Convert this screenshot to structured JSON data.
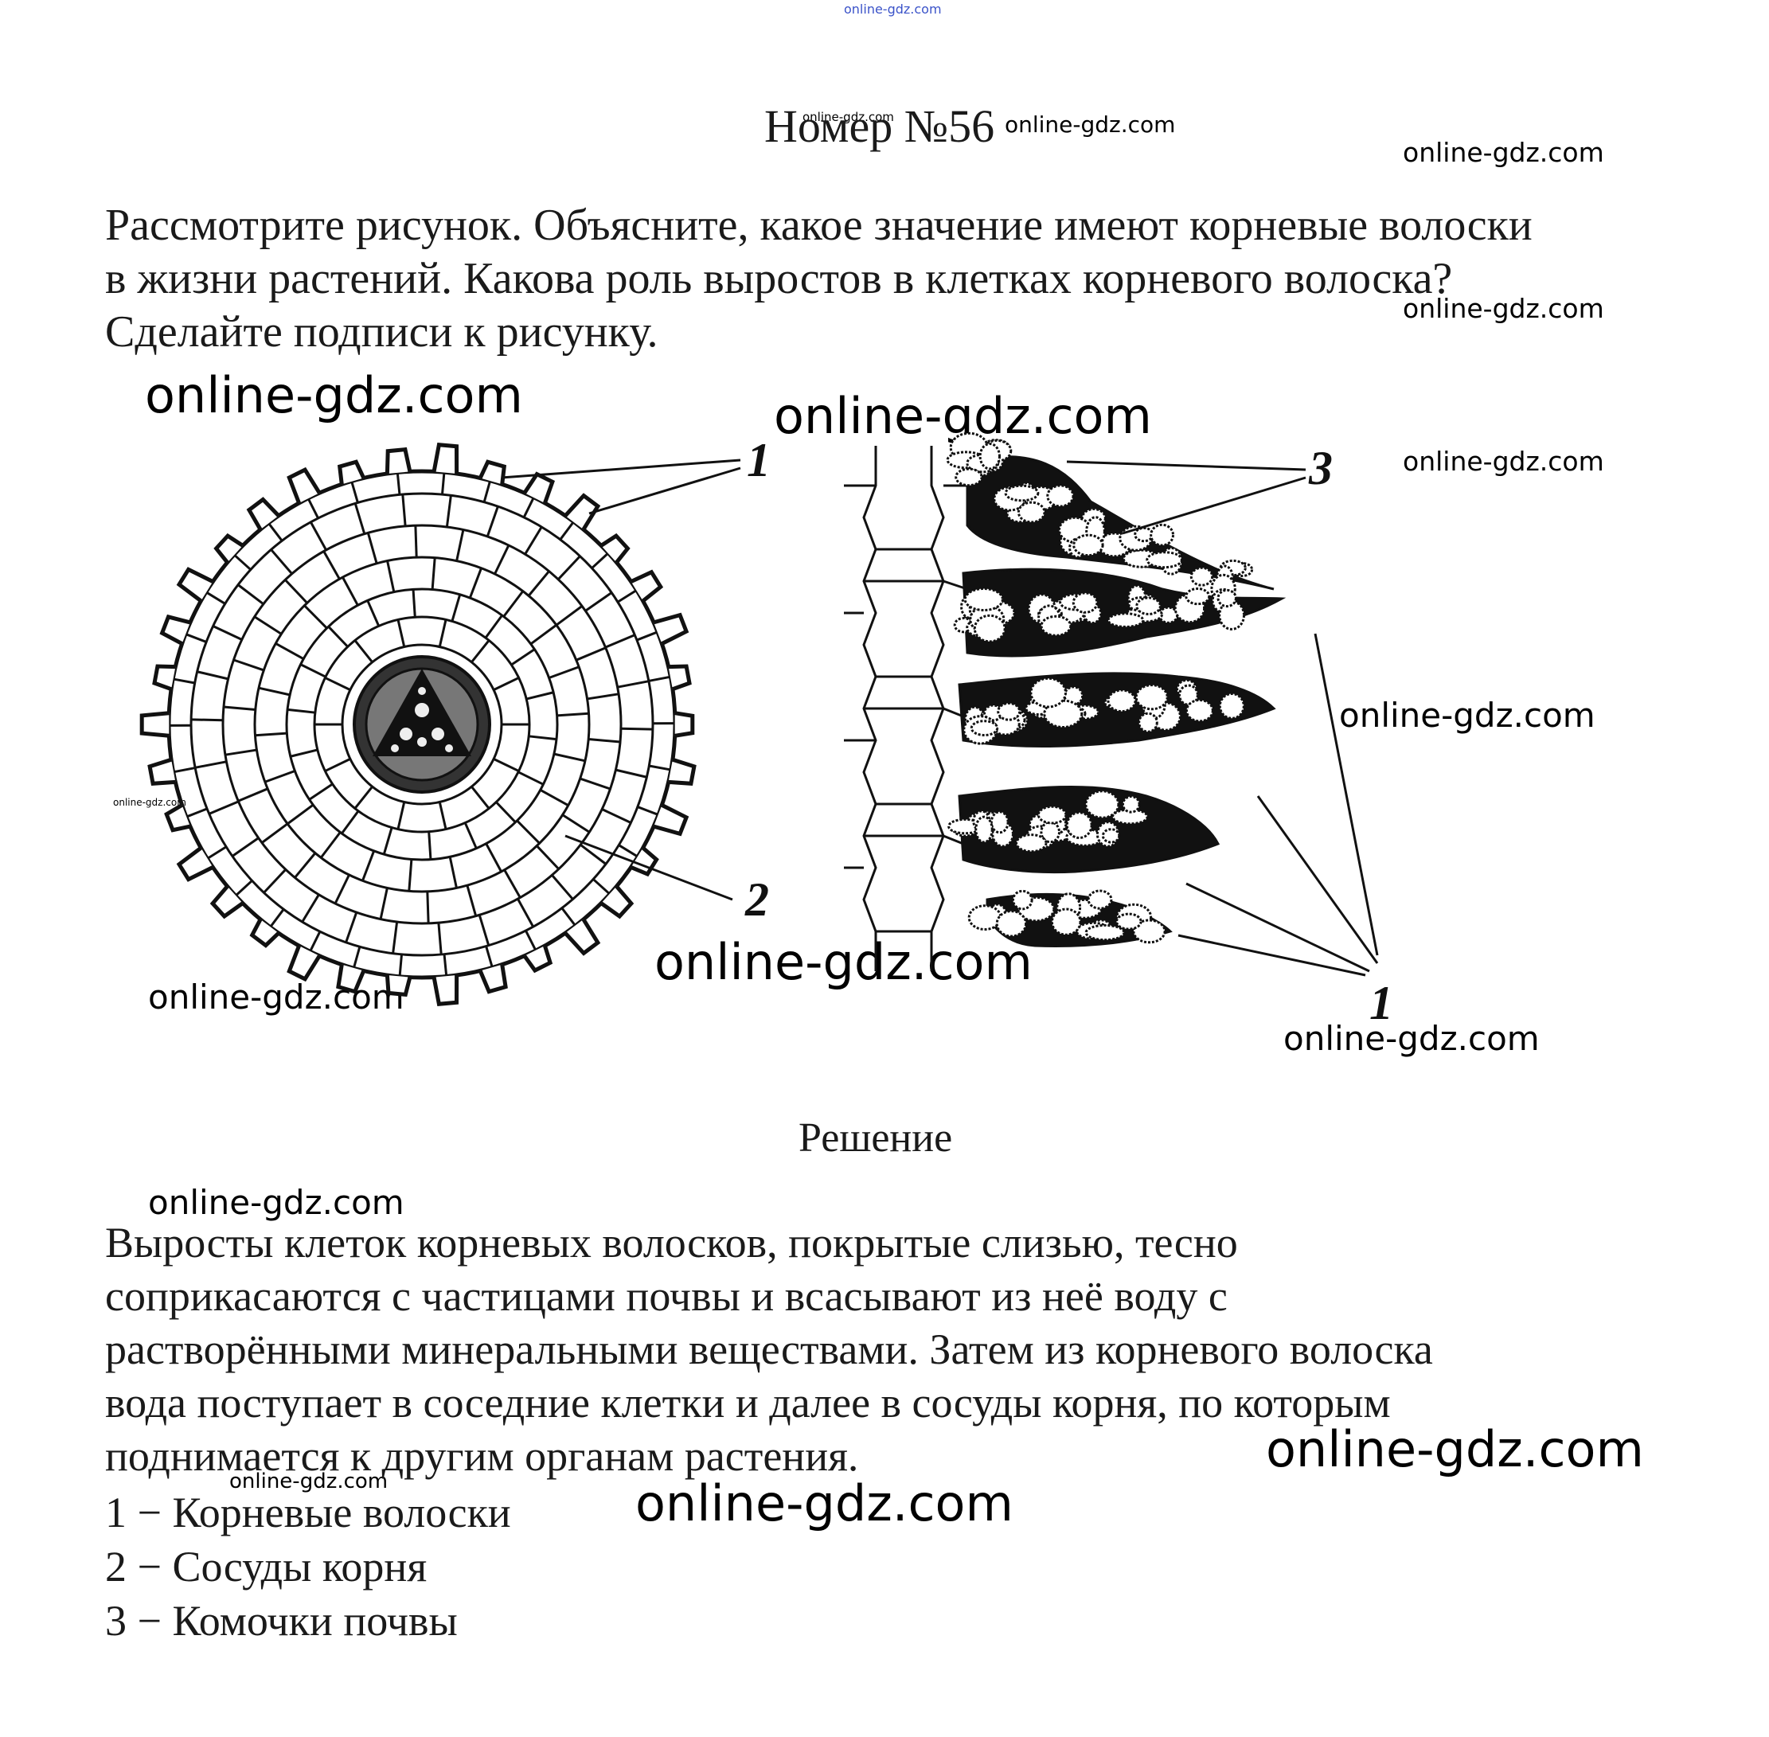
{
  "watermarks": {
    "top_small": "online-gdz.com",
    "title_tiny": "online-gdz.com",
    "title_side": "online-gdz.com",
    "right_1": "online-gdz.com",
    "right_2": "online-gdz.com",
    "left_big": "online-gdz.com",
    "center_big": "online-gdz.com",
    "right_3": "online-gdz.com",
    "right_4": "online-gdz.com",
    "left_tiny": "online-gdz.com",
    "center_big_2": "online-gdz.com",
    "left_small": "online-gdz.com",
    "right_small": "online-gdz.com",
    "left_small_2": "online-gdz.com",
    "right_big": "online-gdz.com",
    "legend_tiny": "online-gdz.com",
    "legend_big": "online-gdz.com"
  },
  "title": "Номер №56",
  "task": {
    "lines": [
      "Рассмотрите рисунок. Объясните, какое значение имеют корневые волоски",
      "в жизни растений. Какова роль выростов в клетках корневого волоска?",
      "Сделайте подписи к рисунку."
    ]
  },
  "figure": {
    "left_labels": {
      "top": "1",
      "bottom": "2"
    },
    "right_labels": {
      "top": "3",
      "bottom": "1"
    }
  },
  "solution": {
    "heading": "Решение",
    "lines": [
      "Выросты клеток корневых волосков, покрытые слизью, тесно",
      "соприкасаются с частицами почвы и всасывают из неё воду с",
      "растворёнными минеральными веществами. Затем из корневого волоска",
      "вода поступает в соседние клетки и далее в сосуды корня, по которым",
      "поднимается к другим органам растения."
    ],
    "legend": [
      "1 − Корневые волоски",
      "2 − Сосуды корня",
      "3 − Комочки почвы"
    ]
  }
}
